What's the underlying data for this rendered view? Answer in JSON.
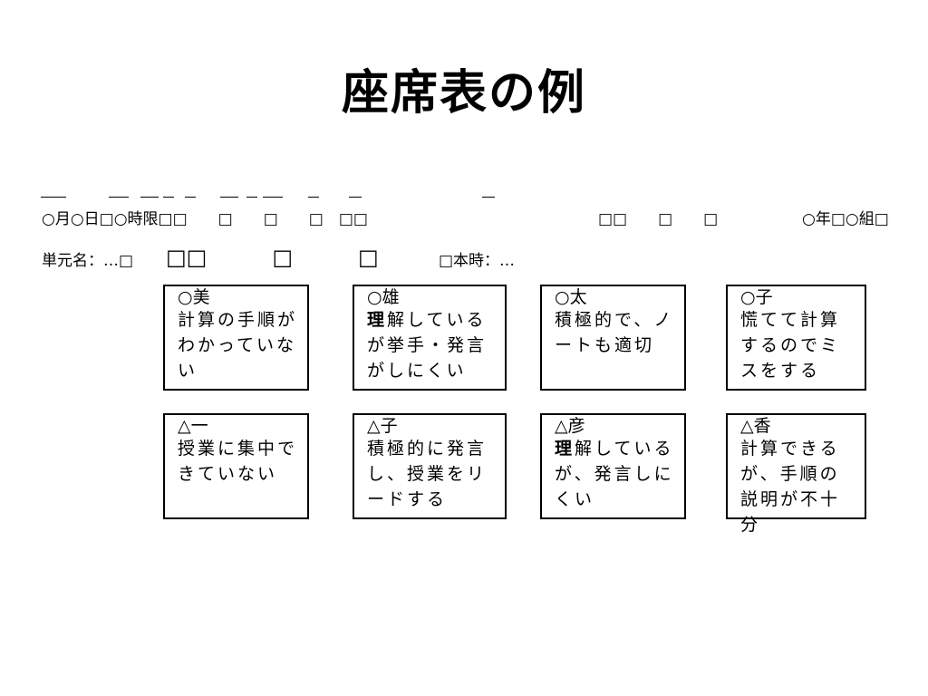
{
  "slide": {
    "title": "座席表の例"
  },
  "header": {
    "date_line_left": "○月○日□○時限□□　　□　　□　　□　□□",
    "date_line_mid": "□□　　□　　□",
    "class_label": "○年□○組□",
    "unit_line_left": "単元名：…□",
    "unit_squares": "□□　　　□　　　□",
    "lesson_label": "□本時：…"
  },
  "seats": [
    {
      "name": "○美",
      "note_emph": "",
      "note": "計算の手順がわかっていない"
    },
    {
      "name": "○雄",
      "note_emph": "理",
      "note": "解しているが挙手・発言がしにくい"
    },
    {
      "name": "○太",
      "note_emph": "",
      "note": "積極的で、ノートも適切"
    },
    {
      "name": "○子",
      "note_emph": "",
      "note": "慌てて計算するのでミスをする"
    },
    {
      "name": "△一",
      "note_emph": "",
      "note": "授業に集中できていない"
    },
    {
      "name": "△子",
      "note_emph": "",
      "note": "積極的に発言し、授業をリードする"
    },
    {
      "name": "△彦",
      "note_emph": "理",
      "note": "解しているが、発言しにくい"
    },
    {
      "name": "△香",
      "note_emph": "",
      "note": "計算できるが、手順の説明が不十分"
    }
  ]
}
